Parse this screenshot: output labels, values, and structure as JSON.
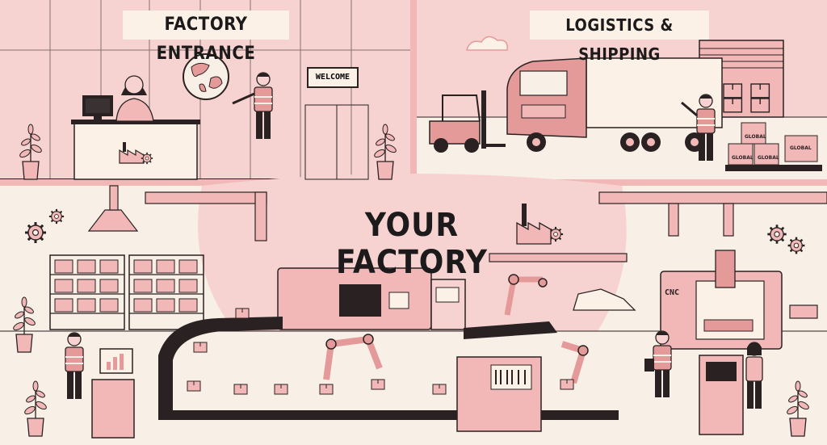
{
  "labels": {
    "entrance": "FACTORY ENTRANCE",
    "shipping": "LOGISTICS & SHIPPING",
    "factory": "YOUR FACTORY",
    "welcome": "WELCOME",
    "cnc": "CNC",
    "box_global": "GLOBAL"
  },
  "colors": {
    "pink": "#f2b8b8",
    "pink_light": "#f6d3d0",
    "pink_dark": "#e59a9a",
    "cream": "#f8efe6",
    "outline": "#2a2222"
  },
  "icons": [
    "gear-icon",
    "factory-icon",
    "globe-icon",
    "monitor-icon",
    "plant-icon",
    "robot-arm-icon",
    "forklift-icon",
    "truck-icon"
  ]
}
